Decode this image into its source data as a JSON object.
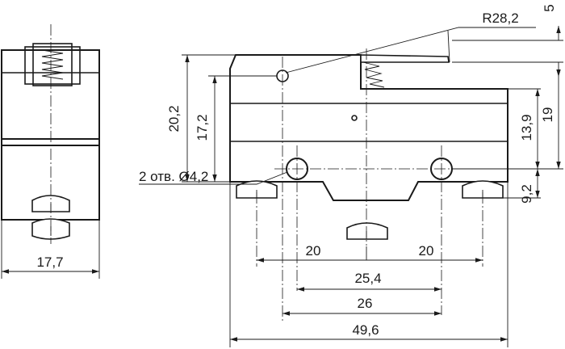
{
  "drawing": {
    "dims": {
      "lever_radius": "R28,2",
      "lever_travel": "5",
      "height_to_pivot": "20,2",
      "height_body_upper": "17,2",
      "total_height_right": "19",
      "height_to_hole": "13,9",
      "hole_to_terminal": "9,2",
      "holes_note": "2 отв. Ø4,2",
      "side_width": "17,7",
      "terminal_pitch_left": "20",
      "terminal_pitch_right": "20",
      "outer_terminal_span": "25,4",
      "hole_spacing": "26",
      "body_length": "49,6"
    }
  }
}
